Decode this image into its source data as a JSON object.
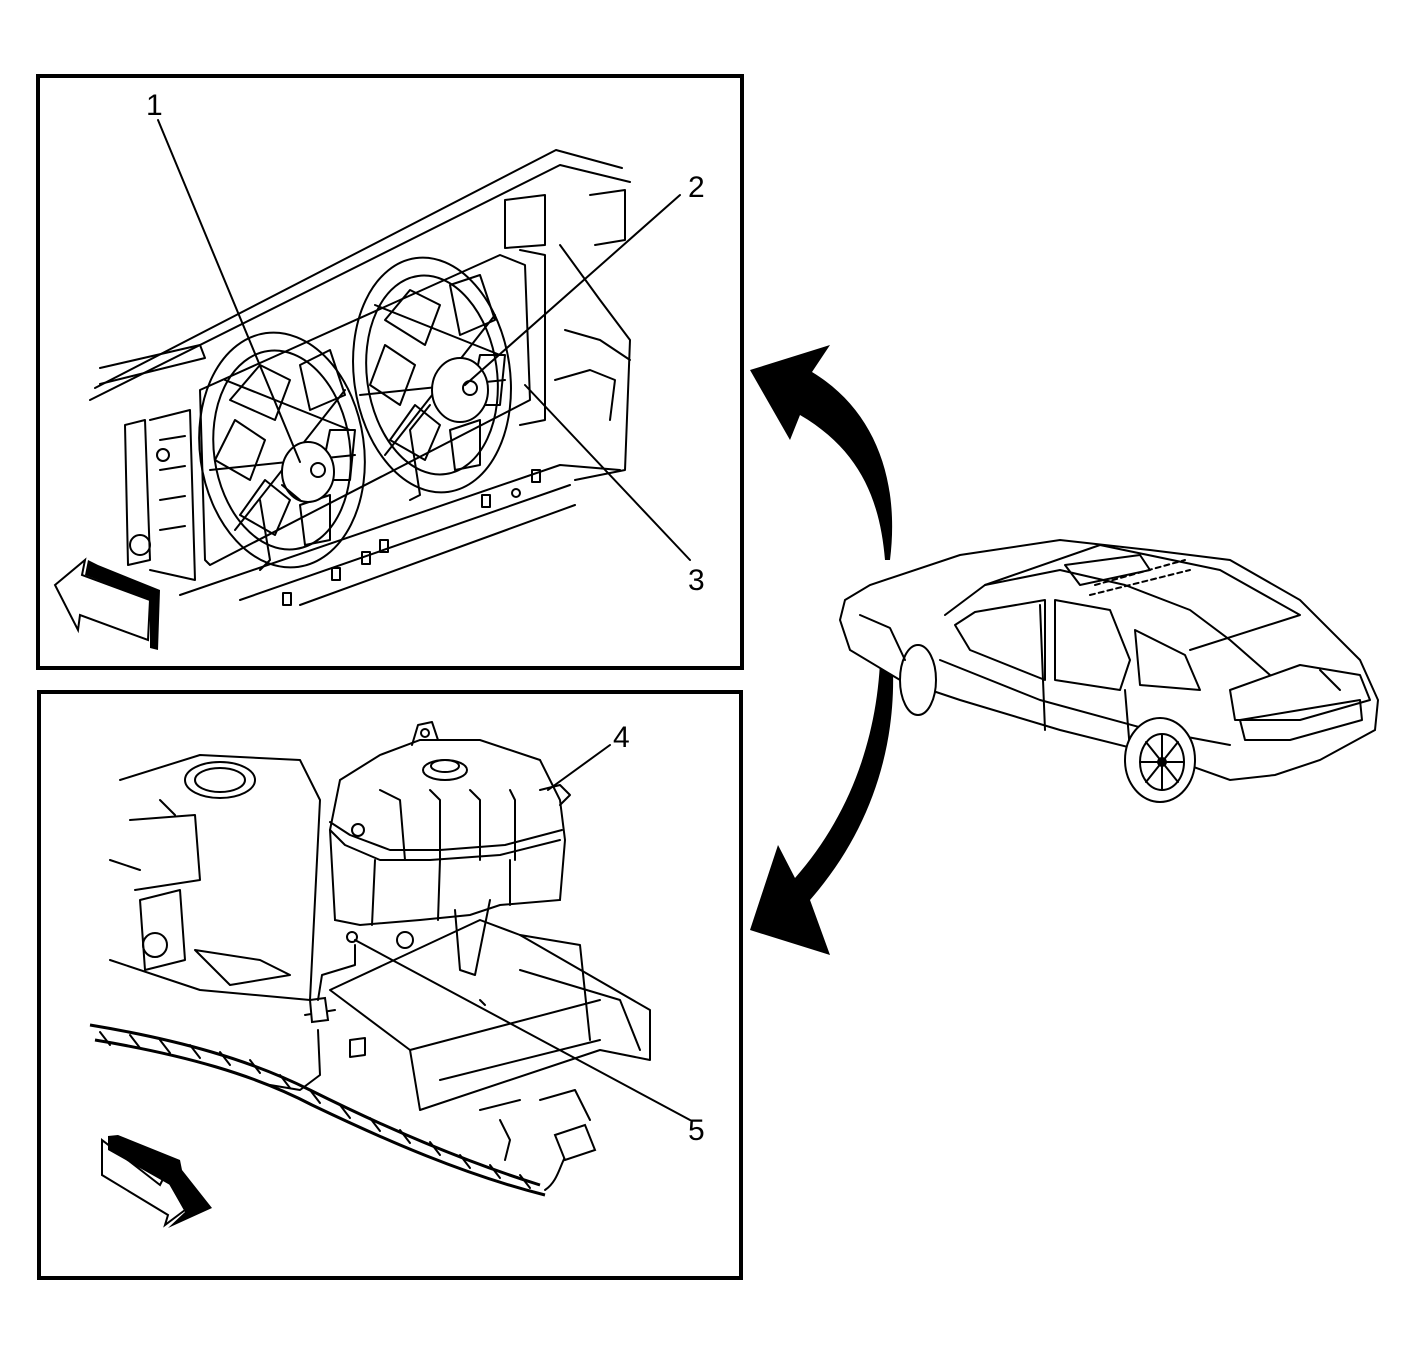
{
  "callouts": [
    {
      "id": "1",
      "label": "1"
    },
    {
      "id": "2",
      "label": "2"
    },
    {
      "id": "3",
      "label": "3"
    },
    {
      "id": "4",
      "label": "4"
    },
    {
      "id": "5",
      "label": "5"
    }
  ],
  "colors": {
    "line": "#000000",
    "background": "#ffffff"
  },
  "icons": {
    "top_panel_direction": "front-arrow-icon",
    "bottom_panel_direction": "front-arrow-icon",
    "view_arrows": "curved-arrow-icon"
  }
}
